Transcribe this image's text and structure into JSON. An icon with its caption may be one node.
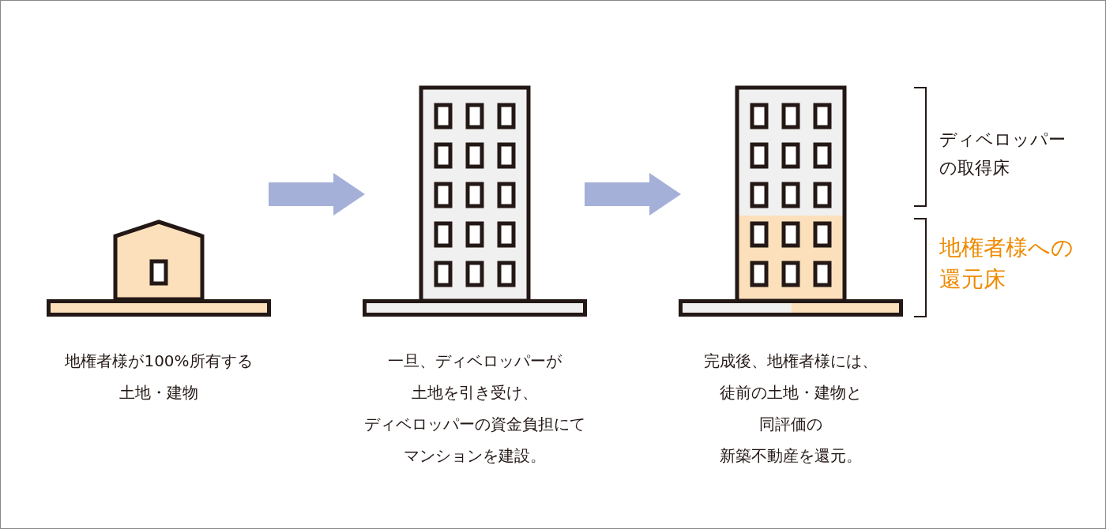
{
  "diagram": {
    "nodes": [
      {
        "text": [],
        "shape": "picture",
        "beside": [
          "地権者様が100%所有する土地・建物"
        ]
      },
      {
        "text": [],
        "shape": "picture",
        "beside": [
          "一旦、ディベロッパーが土地を引き受け、ディベロッパーの資金負担にてマンションを建設。"
        ]
      },
      {
        "text": [],
        "shape": "picture",
        "beside": [
          "完成後、地権者様には、徒前の土地・建物と同評価の新築不動産を還元。"
        ]
      }
    ],
    "edges": [
      {
        "from": 0,
        "to": 1,
        "arrow": "to"
      },
      {
        "from": 1,
        "to": 2,
        "arrow": "to"
      }
    ],
    "labels": [
      "ディベロッパーの取得床",
      "地権者様への還元床"
    ]
  }
}
